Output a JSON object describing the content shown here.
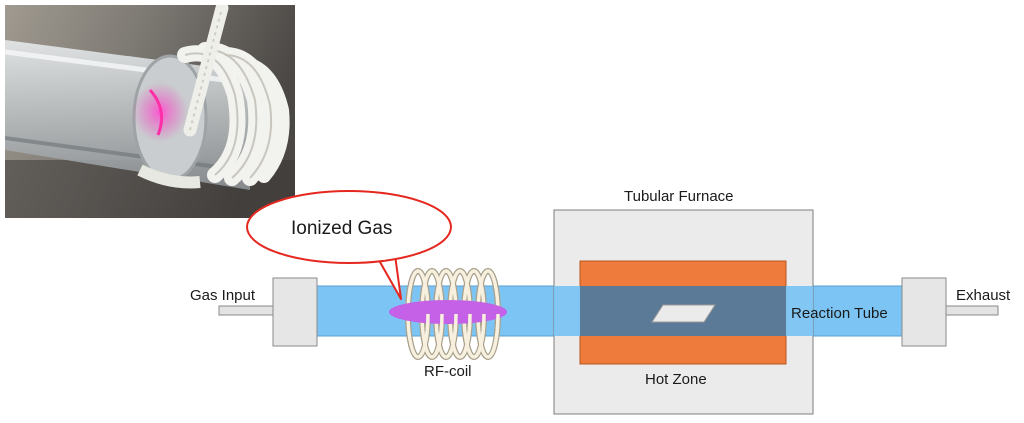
{
  "labels": {
    "gas_input": "Gas Input",
    "exhaust": "Exhaust",
    "ionized_gas": "Ionized Gas",
    "rf_coil": "RF-coil",
    "tubular_furnace": "Tubular Furnace",
    "hot_zone": "Hot Zone",
    "reaction_tube": "Reaction Tube"
  },
  "colors": {
    "tube": "#7cc4f4",
    "furnace_body": "#ebebeb",
    "hot_zone": "#ee7a3c",
    "plasma": "#c561e6",
    "callout_border": "#e5281f",
    "coil": "#f7f0df"
  },
  "photo": {
    "description": "photo-of-rf-coil-on-quartz-tube-with-pink-plasma"
  }
}
